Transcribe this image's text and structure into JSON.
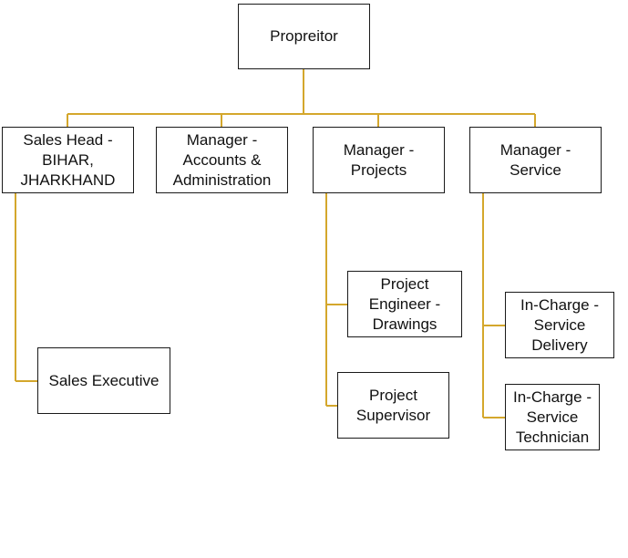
{
  "colors": {
    "connector": "#d4a72c",
    "box_border": "#1a1a1a",
    "text": "#111111",
    "background": "#ffffff"
  },
  "nodes": {
    "propreitor": "Propreitor",
    "sales_head": "Sales Head -\nBIHAR,\nJHARKHAND",
    "manager_accounts": "Manager -\nAccounts &\nAdministration",
    "manager_projects": "Manager -\nProjects",
    "manager_service": "Manager -\nService",
    "sales_executive": "Sales Executive",
    "project_engineer": "Project\nEngineer -\nDrawings",
    "project_supervisor": "Project\nSupervisor",
    "incharge_delivery": "In-Charge -\nService\nDelivery",
    "incharge_technician": "In-Charge -\nService\nTechnician"
  }
}
